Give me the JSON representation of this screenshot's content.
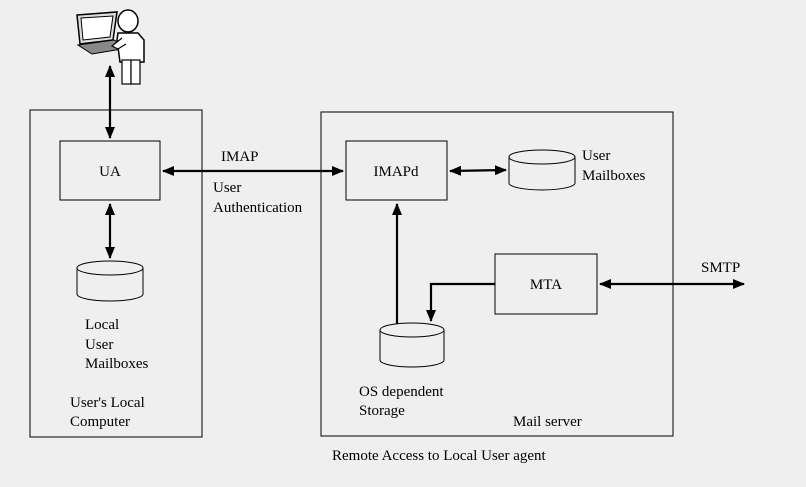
{
  "nodes": {
    "ua": "UA",
    "imapd": "IMAPd",
    "mta": "MTA"
  },
  "containers": {
    "local_line1": "User's Local",
    "local_line2": "Computer",
    "server": "Mail server"
  },
  "storages": {
    "local_line1": "Local",
    "local_line2": "User",
    "local_line3": "Mailboxes",
    "user_line1": "User",
    "user_line2": "Mailboxes",
    "os_line1": "OS dependent",
    "os_line2": "Storage"
  },
  "edges": {
    "imap": "IMAP",
    "auth_line1": "User",
    "auth_line2": "Authentication",
    "smtp": "SMTP"
  },
  "caption": "Remote Access to Local User agent",
  "icons": [
    "user-at-laptop-icon"
  ]
}
